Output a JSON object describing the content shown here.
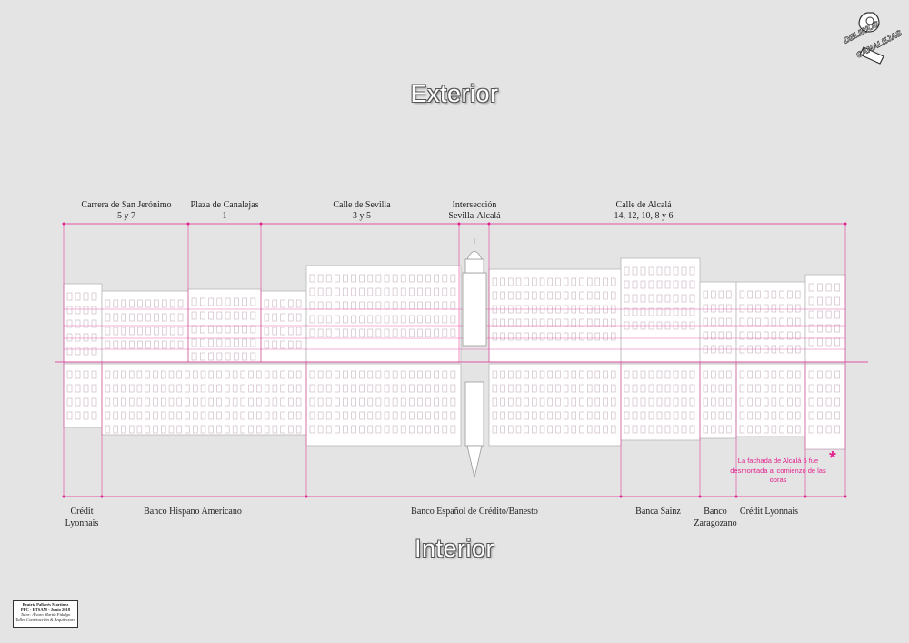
{
  "headings": {
    "exterior": "Exterior",
    "interior": "Interior"
  },
  "streets": [
    {
      "line1": "Carrera de San Jerónimo",
      "line2": "5 y 7"
    },
    {
      "line1": "Plaza de Canalejas",
      "line2": "1"
    },
    {
      "line1": "Calle de Sevilla",
      "line2": "3 y 5"
    },
    {
      "line1": "Intersección",
      "line2": "Sevilla-Alcalá"
    },
    {
      "line1": "Calle de Alcalá",
      "line2": "14, 12, 10, 8 y 6"
    }
  ],
  "banks": [
    {
      "line1": "Crédit",
      "line2": "Lyonnais"
    },
    {
      "line1": "Banco Hispano Americano",
      "line2": ""
    },
    {
      "line1": "Banco Español de Crédito/Banesto",
      "line2": ""
    },
    {
      "line1": "Banca Sainz",
      "line2": ""
    },
    {
      "line1": "Banco",
      "line2": "Zaragozano"
    },
    {
      "line1": "Crédit Lyonnais",
      "line2": ""
    }
  ],
  "note": {
    "text": "La fachada de Alcalá 6 fue desmontada al comienzo de las obras",
    "mark": "*"
  },
  "logo": {
    "line1": "DELIRIOS",
    "line2": "CANALEJAS"
  },
  "credits": {
    "author": "Beatriz Pallarés Martínez",
    "course": "PFC - ETSAM - Junio 2018",
    "tutor": "Tutor: Álvaro Martín Fidalgo",
    "workshop": "Taller Construcción & Arquitectura"
  },
  "colors": {
    "background": "#e4e4e4",
    "accent": "#e2238f",
    "highlight_fill": "#f8c7e6",
    "facade_fill": "#ffffff",
    "facade_stroke": "#b8b8b8"
  }
}
